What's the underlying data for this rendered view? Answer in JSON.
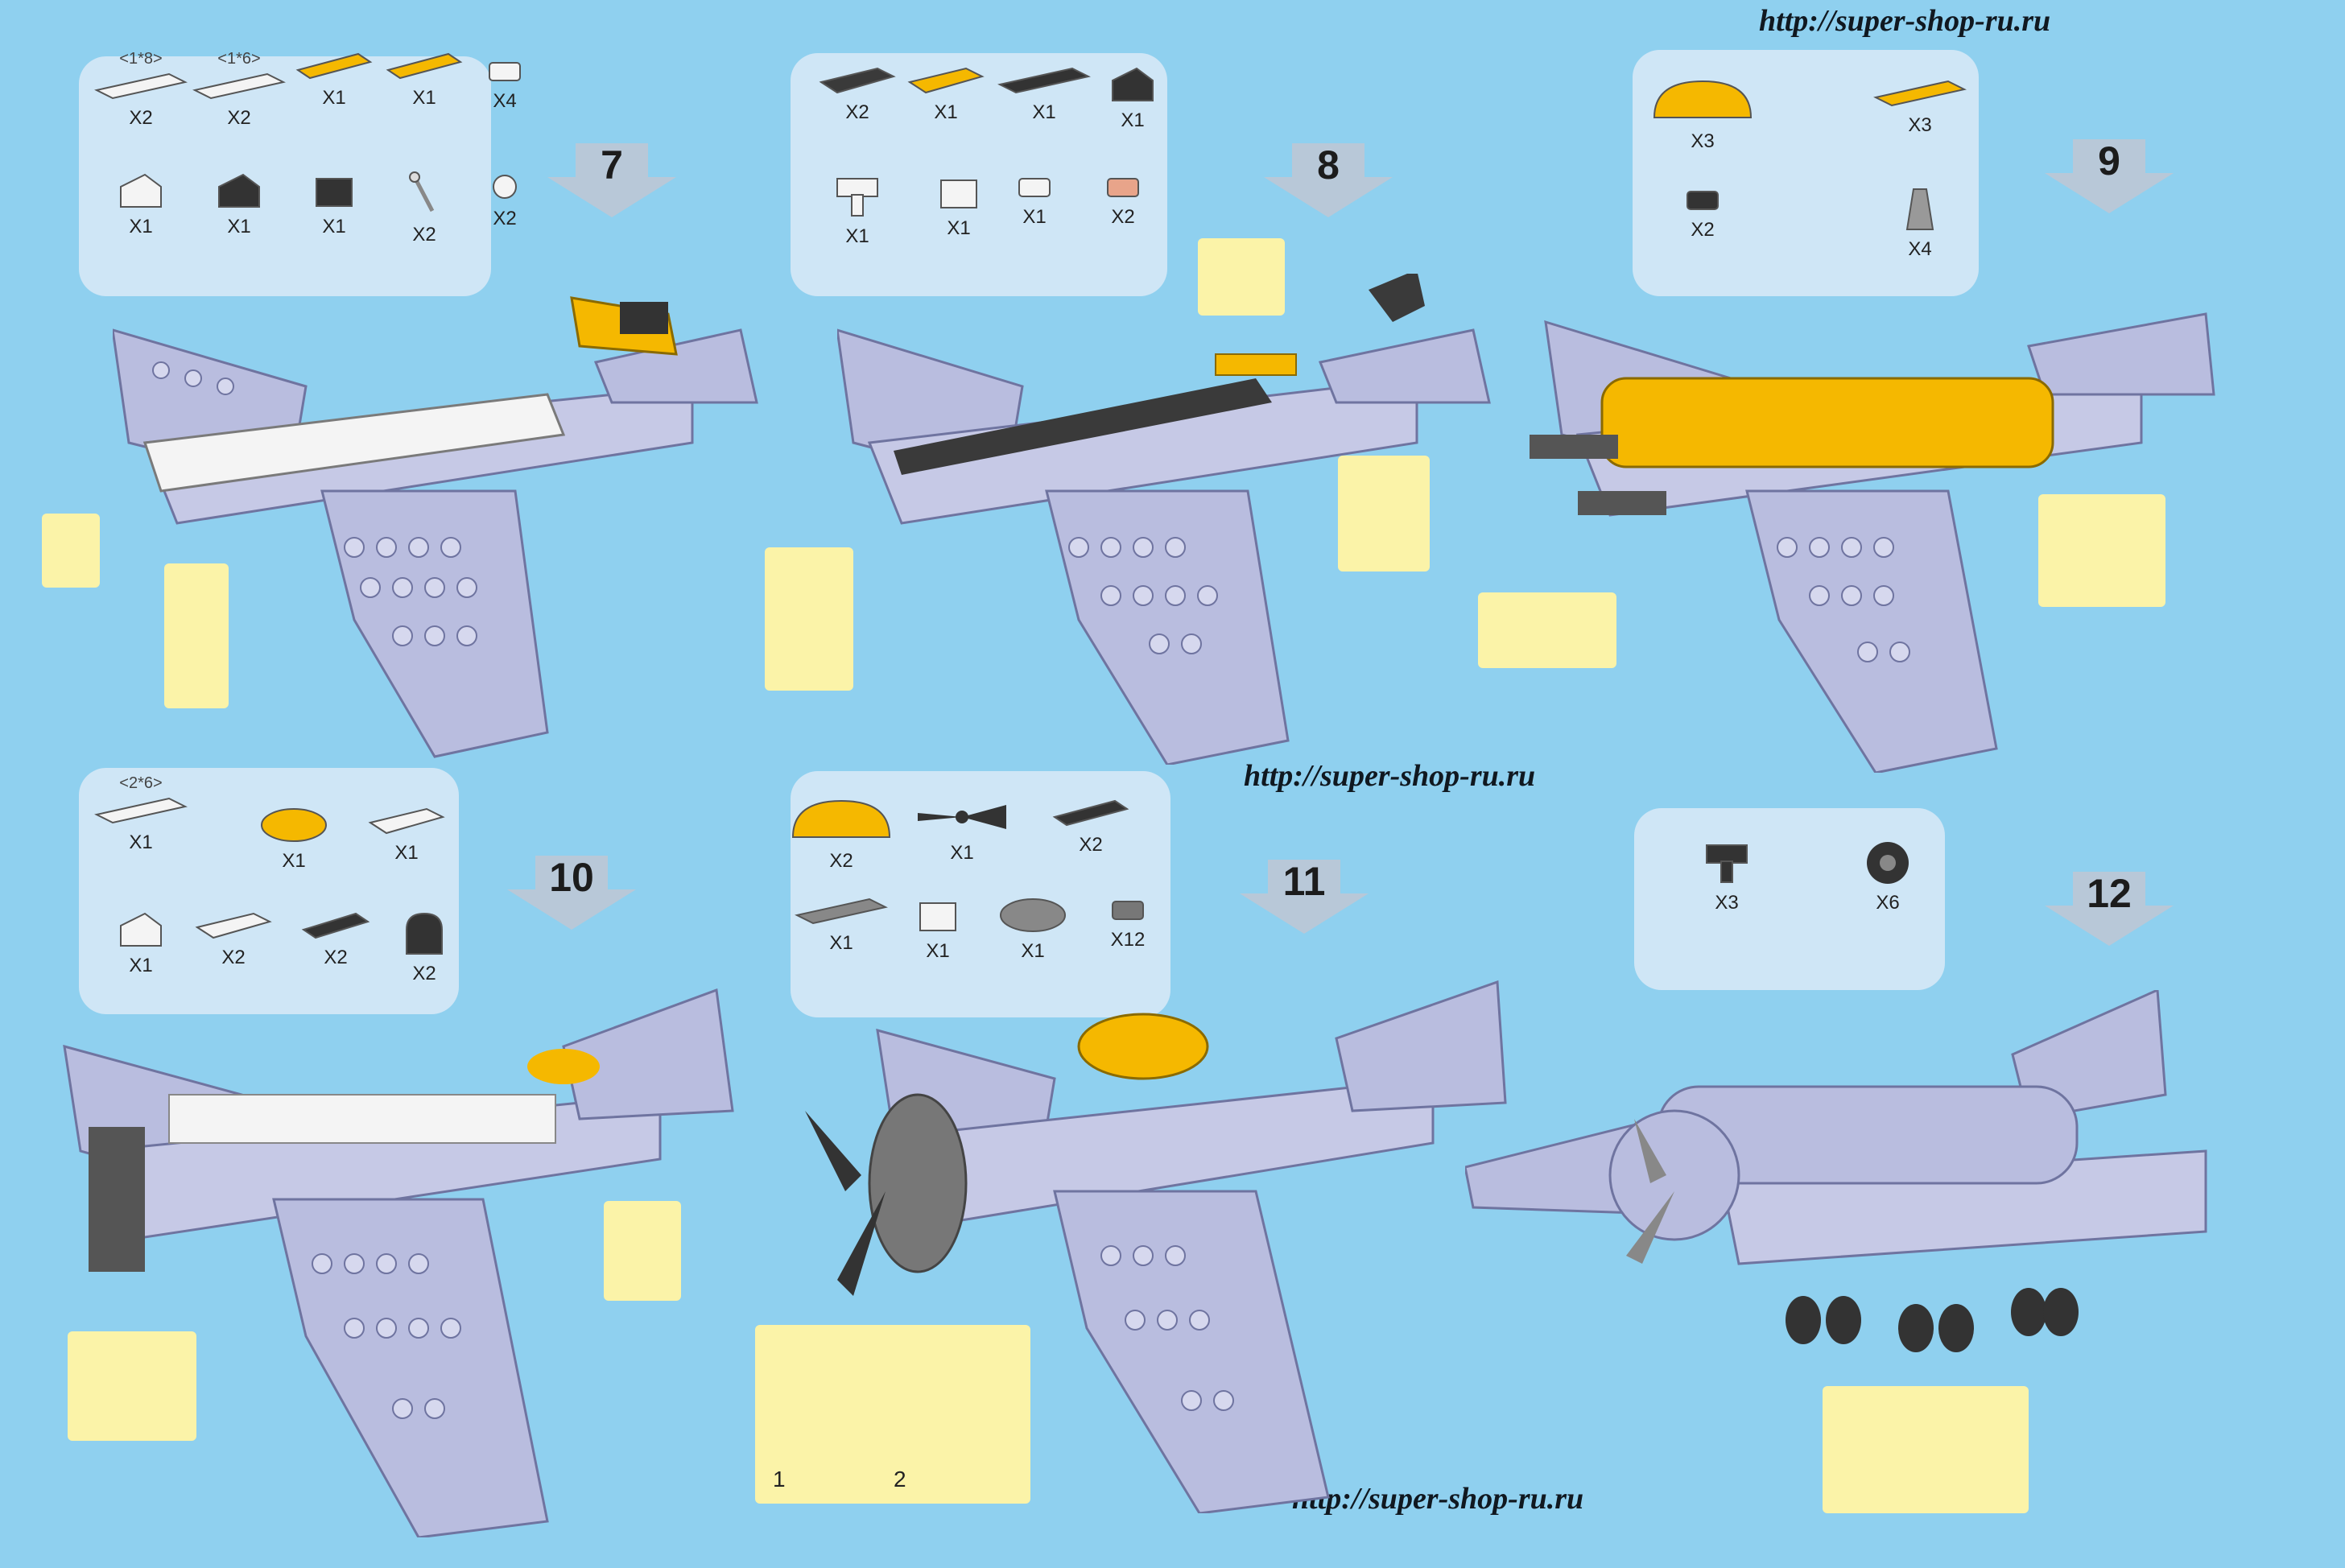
{
  "watermarks": [
    "http://super-shop-ru.ru",
    "http://super-shop-ru.ru",
    "http://super-shop-ru.ru"
  ],
  "steps": [
    {
      "number": "7",
      "parts": [
        {
          "dim": "<1*8>",
          "count": "X2",
          "color": "#f4f4f4",
          "shape": "plate"
        },
        {
          "dim": "<1*6>",
          "count": "X2",
          "color": "#f4f4f4",
          "shape": "plate"
        },
        {
          "count": "X1",
          "color": "#f5b800",
          "shape": "wedge"
        },
        {
          "count": "X1",
          "color": "#f5b800",
          "shape": "wedge"
        },
        {
          "count": "X4",
          "color": "#f4f4f4",
          "shape": "small"
        },
        {
          "count": "X1",
          "color": "#f4f4f4",
          "shape": "slope"
        },
        {
          "count": "X1",
          "color": "#333333",
          "shape": "slope"
        },
        {
          "count": "X1",
          "color": "#333333",
          "shape": "brick"
        },
        {
          "count": "X2",
          "color": "#dddddd",
          "shape": "rod"
        },
        {
          "count": "X2",
          "color": "#f4f4f4",
          "shape": "clip"
        }
      ]
    },
    {
      "number": "8",
      "parts": [
        {
          "count": "X2",
          "color": "#3a3a3a",
          "shape": "tile"
        },
        {
          "count": "X1",
          "color": "#f5b800",
          "shape": "tile"
        },
        {
          "count": "X1",
          "color": "#333333",
          "shape": "plate"
        },
        {
          "count": "X1",
          "color": "#333333",
          "shape": "slope"
        },
        {
          "count": "X1",
          "color": "#f4f4f4",
          "shape": "bracket"
        },
        {
          "count": "X1",
          "color": "#f4f4f4",
          "shape": "brick"
        },
        {
          "count": "X1",
          "color": "#f4f4f4",
          "shape": "small"
        },
        {
          "count": "X2",
          "color": "#e8a48a",
          "shape": "small"
        }
      ]
    },
    {
      "number": "9",
      "parts": [
        {
          "count": "X3",
          "color": "#f5b800",
          "shape": "curve"
        },
        {
          "count": "X3",
          "color": "#f5b800",
          "shape": "plate"
        },
        {
          "count": "X2",
          "color": "#333333",
          "shape": "small"
        },
        {
          "count": "X4",
          "color": "#999999",
          "shape": "cone"
        }
      ]
    },
    {
      "number": "10",
      "parts": [
        {
          "dim": "<2*6>",
          "count": "X1",
          "color": "#f4f4f4",
          "shape": "plate"
        },
        {
          "count": "X1",
          "color": "#f5b800",
          "shape": "round"
        },
        {
          "count": "X1",
          "color": "#f4f4f4",
          "shape": "tile"
        },
        {
          "count": "X1",
          "color": "#f4f4f4",
          "shape": "slope"
        },
        {
          "count": "X2",
          "color": "#f4f4f4",
          "shape": "tile"
        },
        {
          "count": "X2",
          "color": "#333333",
          "shape": "grille"
        },
        {
          "count": "X2",
          "color": "#333333",
          "shape": "arch"
        }
      ]
    },
    {
      "number": "11",
      "parts": [
        {
          "count": "X2",
          "color": "#f5b800",
          "shape": "curve"
        },
        {
          "count": "X1",
          "color": "#333333",
          "shape": "prop"
        },
        {
          "count": "X2",
          "color": "#333333",
          "shape": "wedge"
        },
        {
          "count": "X1",
          "color": "#888888",
          "shape": "plate"
        },
        {
          "count": "X1",
          "color": "#f4f4f4",
          "shape": "brick"
        },
        {
          "count": "X1",
          "color": "#888888",
          "shape": "round"
        },
        {
          "count": "X12",
          "color": "#777777",
          "shape": "small"
        }
      ]
    },
    {
      "number": "12",
      "parts": [
        {
          "count": "X3",
          "color": "#333333",
          "shape": "bracket"
        },
        {
          "count": "X6",
          "color": "#333333",
          "shape": "wheel"
        }
      ]
    }
  ],
  "subassembly_labels": [
    "1",
    "2"
  ],
  "colors": {
    "background": "#8fd0ef",
    "panel": "#cfe6f6",
    "callout": "#fbf3a8",
    "plane": "#b9bddf",
    "accent": "#f5b800",
    "dark": "#333333"
  }
}
